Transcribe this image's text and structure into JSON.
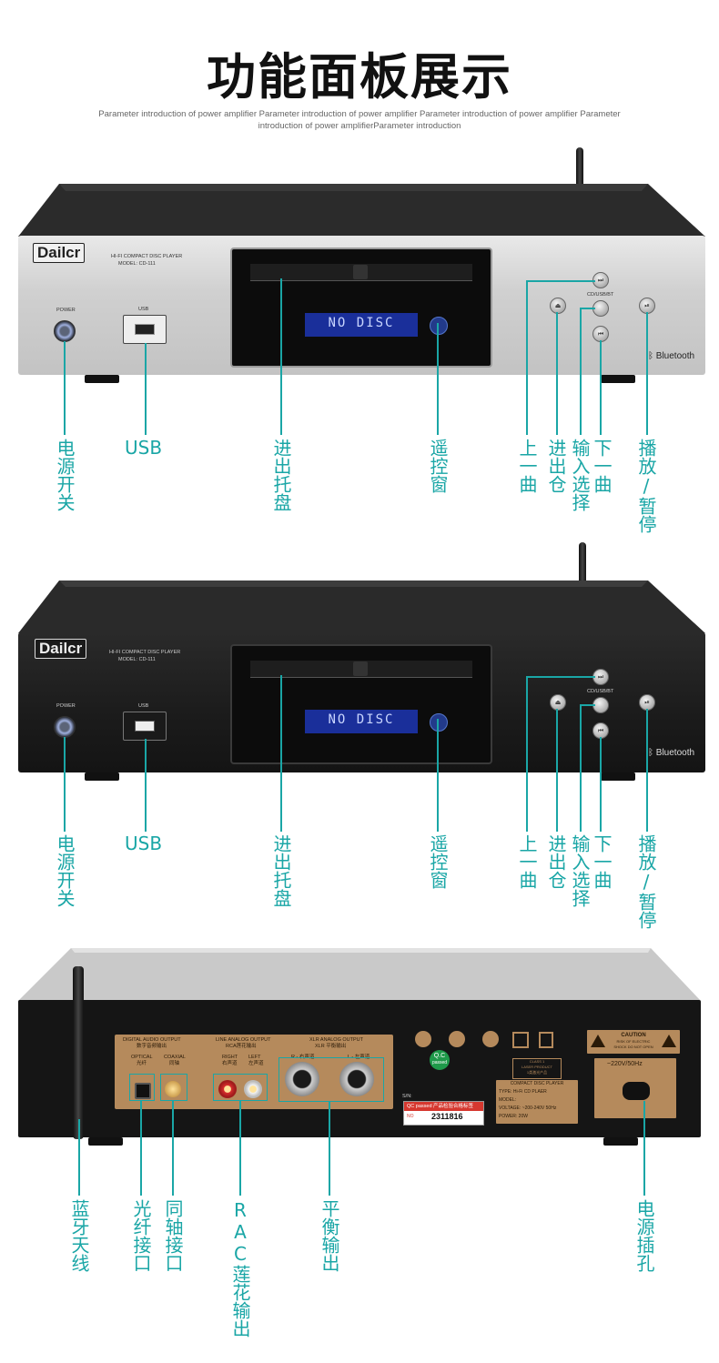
{
  "heading": {
    "title": "功能面板展示",
    "subtitle": "Parameter introduction of power amplifier Parameter introduction of power amplifier Parameter introduction of power amplifier Parameter introduction of power amplifierParameter introduction"
  },
  "device": {
    "brand": "Dailcr",
    "model_line1": "HI-FI COMPACT DISC PLAYER",
    "model_line2": "MODEL: CD-111",
    "power_text": "POWER",
    "usb_text": "USB",
    "input_text": "CD/USB/BT",
    "lcd_text": "NO DISC",
    "bluetooth_text": "Bluetooth"
  },
  "front_labels": {
    "power": "电源开关",
    "usb": "USB",
    "tray": "进出托盘",
    "remote": "遥控窗",
    "prev": "上一曲",
    "eject": "进出仓",
    "input": "输入选择",
    "next": "下一曲",
    "play": "播放/暂停"
  },
  "rear_panel": {
    "digital_title": "DIGITAL AUDIO OUTPUT",
    "digital_sub": "数字音频输出",
    "optical": "OPTICAL",
    "optical_cn": "光纤",
    "coaxial": "COAXIAL",
    "coaxial_cn": "同轴",
    "line_title": "LINE ANALOG OUTPUT",
    "line_sub": "RCA莲花输出",
    "right": "RIGHT",
    "right_cn": "右声道",
    "left": "LEFT",
    "left_cn": "左声道",
    "xlr_title": "XLR ANALOG OUTPUT",
    "xlr_sub": "XLR 平衡输出",
    "xlr_r": "R - 右声道",
    "xlr_l": "L - 左声道",
    "qc_line1": "Q.C",
    "qc_line2": "passed",
    "laser_line1": "CLASS 1",
    "laser_line2": "LASER PRODUCT",
    "laser_line3": "1类激光产品",
    "spec_title": "COMPACT DISC PLAYER",
    "spec_type": "TYPE: Hi-Fi CD PLAER",
    "spec_model": "MODEL:",
    "spec_voltage": "VOLTAGE: ~200-240V 50Hz",
    "spec_power": "POWER: 20W",
    "sn_label": "S/N:",
    "qc_sticker": "QC passed 产品检验合格标签",
    "sn_no": "NO",
    "sn_value": "2311816",
    "caution_title": "CAUTION",
    "caution_line1": "RISK OF ELECTRIC",
    "caution_line2": "SHOCK DO NOT OPEN",
    "ac_text": "~220V/50Hz"
  },
  "rear_labels": {
    "antenna": "蓝牙天线",
    "optical": "光纤接口",
    "coaxial": "同轴接口",
    "rca": "RAC莲花输出",
    "xlr": "平衡输出",
    "power_socket": "电源插孔"
  }
}
